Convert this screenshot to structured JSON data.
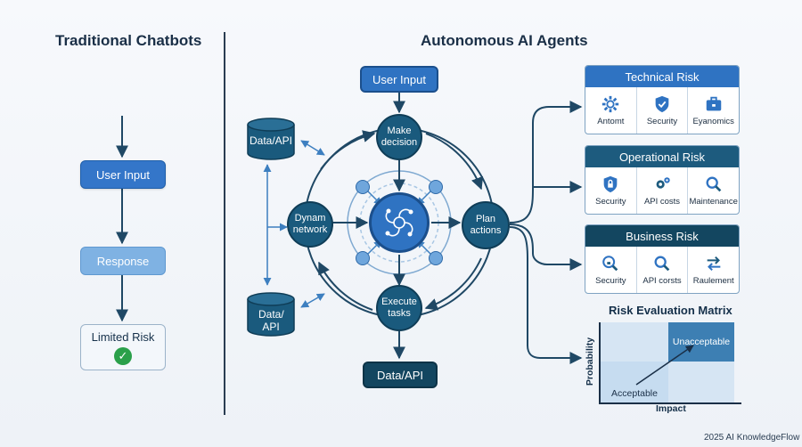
{
  "left": {
    "title": "Traditional Chatbots",
    "user_input": "User Input",
    "response": "Response",
    "limited_risk": "Limited Risk"
  },
  "center": {
    "title": "Autonomous AI Agents",
    "user_input": "User Input",
    "make_decision": "Make decision",
    "dynam_network": "Dynam network",
    "plan_actions": "Plan actions",
    "execute_tasks": "Execute tasks",
    "data_api_top": "Data/API",
    "data_api_bottom": "Data/ API",
    "data_api_output": "Data/API"
  },
  "risks": {
    "technical": {
      "title": "Technical Risk",
      "color": "#2f73c2",
      "items": [
        "Antomt",
        "Security",
        "Eyanomics"
      ],
      "icons": [
        "gear-icon",
        "shield-icon",
        "briefcase-icon"
      ]
    },
    "operational": {
      "title": "Operational Risk",
      "color": "#1d5b7e",
      "items": [
        "Security",
        "API costs",
        "Maintenance"
      ],
      "icons": [
        "lock-shield-icon",
        "gears-icon",
        "magnifier-icon"
      ]
    },
    "business": {
      "title": "Business Risk",
      "color": "#134660",
      "items": [
        "Security",
        "API corsts",
        "Raulement"
      ],
      "icons": [
        "lock-magnifier-icon",
        "magnifier-icon",
        "swap-arrows-icon"
      ]
    }
  },
  "matrix": {
    "title": "Risk Evaluation Matrix",
    "ylabel": "Probability",
    "xlabel": "Impact",
    "unacceptable": "Unacceptable",
    "acceptable": "Acceptable"
  },
  "footer": "2025 AI KnowledgeFlow"
}
